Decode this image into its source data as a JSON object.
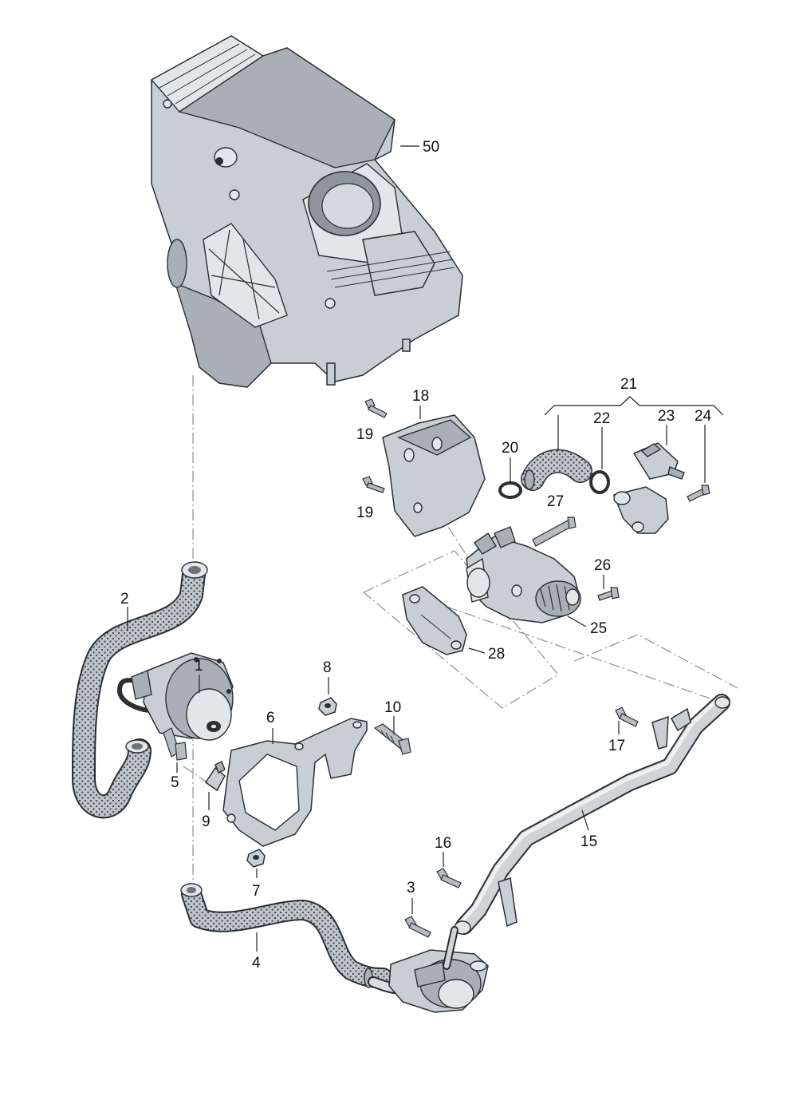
{
  "colors": {
    "part_fill": "#c9ced4",
    "part_dark": "#a9afb6",
    "part_light": "#e3e6e9",
    "hose_fill": "#b9bec4",
    "outline": "#2b2f33",
    "phantom_line": "#8a8f96"
  },
  "callouts": [
    {
      "id": "50",
      "text": "50"
    },
    {
      "id": "21",
      "text": "21"
    },
    {
      "id": "18",
      "text": "18"
    },
    {
      "id": "22",
      "text": "22"
    },
    {
      "id": "23",
      "text": "23"
    },
    {
      "id": "24",
      "text": "24"
    },
    {
      "id": "19a",
      "text": "19"
    },
    {
      "id": "20",
      "text": "20"
    },
    {
      "id": "19b",
      "text": "19"
    },
    {
      "id": "27",
      "text": "27"
    },
    {
      "id": "26",
      "text": "26"
    },
    {
      "id": "2",
      "text": "2"
    },
    {
      "id": "25",
      "text": "25"
    },
    {
      "id": "1",
      "text": "1"
    },
    {
      "id": "28",
      "text": "28"
    },
    {
      "id": "8",
      "text": "8"
    },
    {
      "id": "6",
      "text": "6"
    },
    {
      "id": "10",
      "text": "10"
    },
    {
      "id": "17",
      "text": "17"
    },
    {
      "id": "5",
      "text": "5"
    },
    {
      "id": "9",
      "text": "9"
    },
    {
      "id": "15",
      "text": "15"
    },
    {
      "id": "16",
      "text": "16"
    },
    {
      "id": "7",
      "text": "7"
    },
    {
      "id": "3",
      "text": "3"
    },
    {
      "id": "4",
      "text": "4"
    }
  ]
}
